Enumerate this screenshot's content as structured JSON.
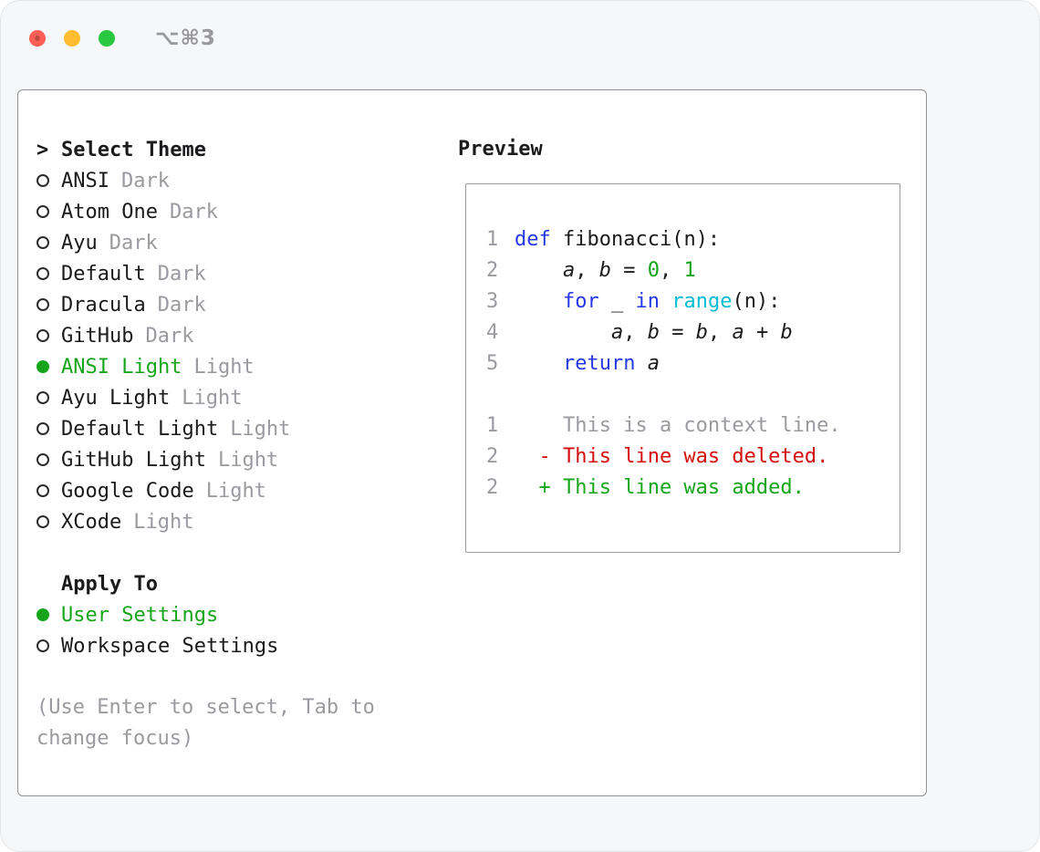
{
  "window": {
    "shortcut": "⌥⌘3"
  },
  "theme_select": {
    "prompt": ">",
    "title": "Select Theme",
    "items": [
      {
        "name": "ANSI",
        "variant": "Dark",
        "selected": false
      },
      {
        "name": "Atom One",
        "variant": "Dark",
        "selected": false
      },
      {
        "name": "Ayu",
        "variant": "Dark",
        "selected": false
      },
      {
        "name": "Default",
        "variant": "Dark",
        "selected": false
      },
      {
        "name": "Dracula",
        "variant": "Dark",
        "selected": false
      },
      {
        "name": "GitHub",
        "variant": "Dark",
        "selected": false
      },
      {
        "name": "ANSI Light",
        "variant": "Light",
        "selected": true
      },
      {
        "name": "Ayu Light",
        "variant": "Light",
        "selected": false
      },
      {
        "name": "Default Light",
        "variant": "Light",
        "selected": false
      },
      {
        "name": "GitHub Light",
        "variant": "Light",
        "selected": false
      },
      {
        "name": "Google Code",
        "variant": "Light",
        "selected": false
      },
      {
        "name": "XCode",
        "variant": "Light",
        "selected": false
      }
    ]
  },
  "apply_to": {
    "title": "Apply To",
    "options": [
      {
        "label": "User Settings",
        "selected": true
      },
      {
        "label": "Workspace Settings",
        "selected": false
      }
    ]
  },
  "help_text": "(Use Enter to select, Tab to change focus)",
  "preview": {
    "title": "Preview",
    "code_lines": [
      {
        "num": "1",
        "tokens": [
          {
            "t": "def",
            "c": "kw"
          },
          {
            "t": " fibonacci(n):",
            "c": "plain"
          }
        ]
      },
      {
        "num": "2",
        "tokens": [
          {
            "t": "    ",
            "c": "plain"
          },
          {
            "t": "a",
            "c": "var"
          },
          {
            "t": ", ",
            "c": "plain"
          },
          {
            "t": "b",
            "c": "var"
          },
          {
            "t": " = ",
            "c": "plain"
          },
          {
            "t": "0",
            "c": "num"
          },
          {
            "t": ", ",
            "c": "plain"
          },
          {
            "t": "1",
            "c": "num"
          }
        ]
      },
      {
        "num": "3",
        "tokens": [
          {
            "t": "    ",
            "c": "plain"
          },
          {
            "t": "for",
            "c": "kw"
          },
          {
            "t": " _ ",
            "c": "plain"
          },
          {
            "t": "in",
            "c": "kw"
          },
          {
            "t": " ",
            "c": "plain"
          },
          {
            "t": "range",
            "c": "fn"
          },
          {
            "t": "(n):",
            "c": "plain"
          }
        ]
      },
      {
        "num": "4",
        "tokens": [
          {
            "t": "        ",
            "c": "plain"
          },
          {
            "t": "a",
            "c": "var"
          },
          {
            "t": ", ",
            "c": "plain"
          },
          {
            "t": "b",
            "c": "var"
          },
          {
            "t": " = ",
            "c": "plain"
          },
          {
            "t": "b",
            "c": "var"
          },
          {
            "t": ", ",
            "c": "plain"
          },
          {
            "t": "a",
            "c": "var"
          },
          {
            "t": " + ",
            "c": "plain"
          },
          {
            "t": "b",
            "c": "var"
          }
        ]
      },
      {
        "num": "5",
        "tokens": [
          {
            "t": "    ",
            "c": "plain"
          },
          {
            "t": "return",
            "c": "kw"
          },
          {
            "t": " ",
            "c": "plain"
          },
          {
            "t": "a",
            "c": "var"
          }
        ]
      }
    ],
    "diff_lines": [
      {
        "num": "1",
        "kind": "context",
        "text": "    This is a context line."
      },
      {
        "num": "2",
        "kind": "deleted",
        "text": "  - This line was deleted."
      },
      {
        "num": "2",
        "kind": "added",
        "text": "  + This line was added."
      }
    ]
  },
  "colors": {
    "keyword": "#2438e6",
    "function": "#00bcd4",
    "number": "#16a51a",
    "selected": "#16a51a",
    "added": "#16a51a",
    "deleted": "#d40d0d",
    "muted": "#9a9aa0",
    "text": "#1b1b1d",
    "border": "#909096",
    "traffic_red": "#ff5f57",
    "traffic_yellow": "#febc2e",
    "traffic_green": "#28c840"
  }
}
